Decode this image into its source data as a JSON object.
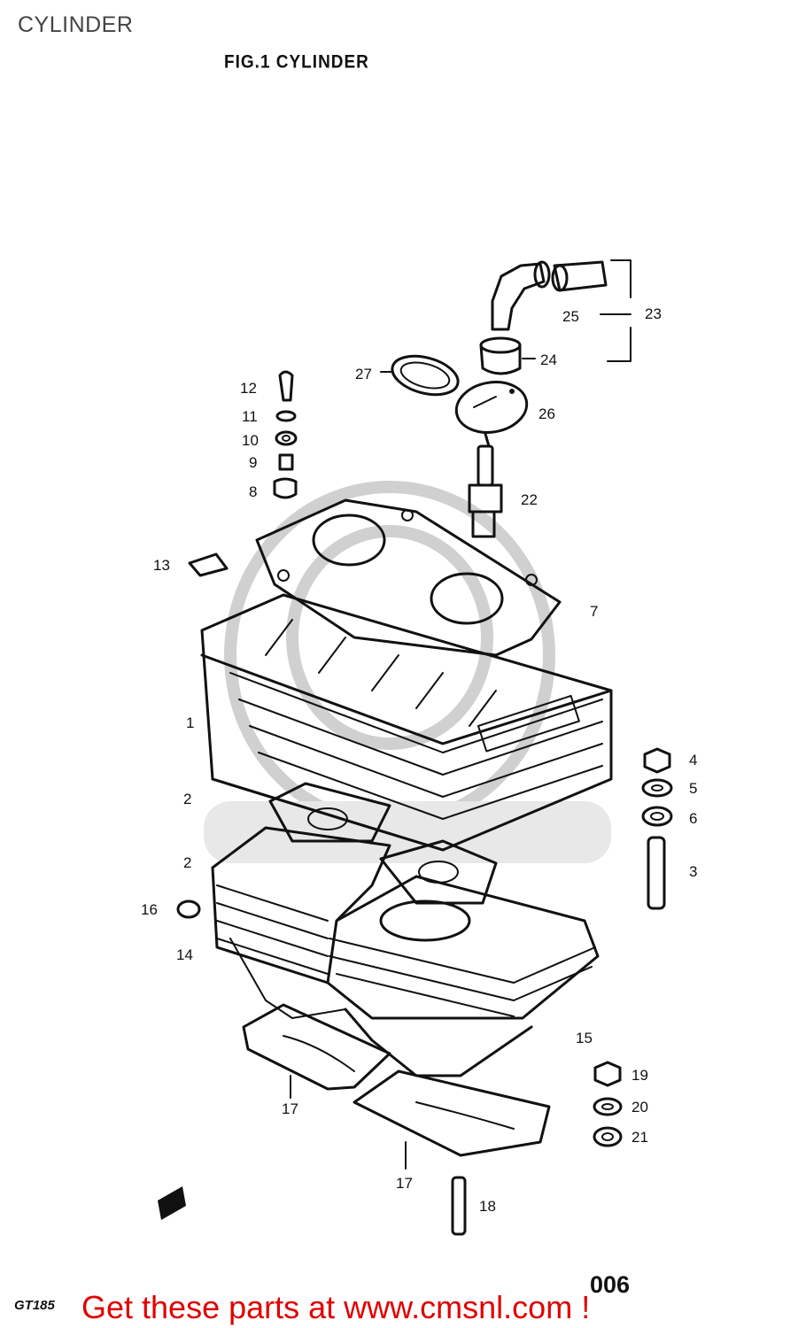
{
  "page": {
    "caption": "CYLINDER",
    "figure_title": "FIG.1  CYLINDER",
    "model_code": "GT185",
    "page_number": "006",
    "promo_text": "Get these parts at www.cmsnl.com !"
  },
  "callouts": [
    {
      "id": "c1",
      "label": "1"
    },
    {
      "id": "c2a",
      "label": "2"
    },
    {
      "id": "c2b",
      "label": "2"
    },
    {
      "id": "c3",
      "label": "3"
    },
    {
      "id": "c4",
      "label": "4"
    },
    {
      "id": "c5",
      "label": "5"
    },
    {
      "id": "c6",
      "label": "6"
    },
    {
      "id": "c7",
      "label": "7"
    },
    {
      "id": "c8",
      "label": "8"
    },
    {
      "id": "c9",
      "label": "9"
    },
    {
      "id": "c10",
      "label": "10"
    },
    {
      "id": "c11",
      "label": "11"
    },
    {
      "id": "c12",
      "label": "12"
    },
    {
      "id": "c13",
      "label": "13"
    },
    {
      "id": "c14",
      "label": "14"
    },
    {
      "id": "c15",
      "label": "15"
    },
    {
      "id": "c16",
      "label": "16"
    },
    {
      "id": "c17a",
      "label": "17"
    },
    {
      "id": "c17b",
      "label": "17"
    },
    {
      "id": "c18",
      "label": "18"
    },
    {
      "id": "c19",
      "label": "19"
    },
    {
      "id": "c20",
      "label": "20"
    },
    {
      "id": "c21",
      "label": "21"
    },
    {
      "id": "c22",
      "label": "22"
    },
    {
      "id": "c23",
      "label": "23"
    },
    {
      "id": "c24",
      "label": "24"
    },
    {
      "id": "c25",
      "label": "25"
    },
    {
      "id": "c26",
      "label": "26"
    },
    {
      "id": "c27",
      "label": "27"
    }
  ],
  "colors": {
    "line": "#111111",
    "promo": "#e00000",
    "watermark": "#d0d0d0"
  }
}
